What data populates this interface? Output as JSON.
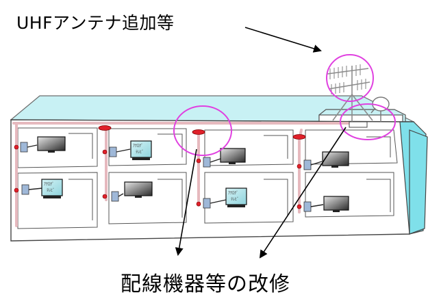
{
  "labels": {
    "top": "UHFアンテナ追加等",
    "bottom": "配線機器等の改修"
  },
  "tv_screen_text": [
    "ｱﾅﾛｸﾞ",
    "ﾃﾚﾋﾞ"
  ],
  "colors": {
    "building_top": "#c8f1f4",
    "building_side": "#7fe0ea",
    "wiring": "#e6b9be",
    "outlet": "#e0202a",
    "highlight_circle": "#e040e0"
  }
}
